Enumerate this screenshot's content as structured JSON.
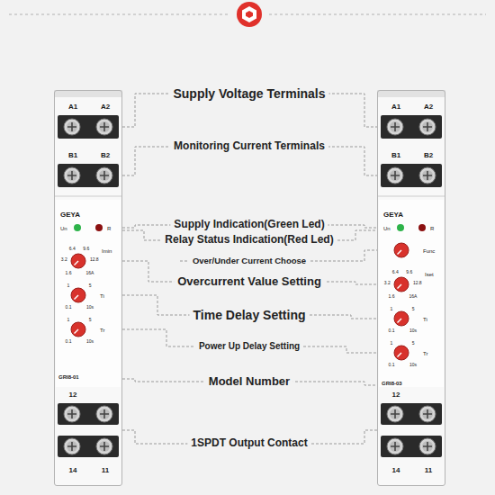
{
  "diagram": {
    "nodes": [
      {
        "text": [
          "A1",
          "A2",
          "B1",
          "B2",
          "GEYA",
          "Un",
          "R",
          "Imin",
          "1.6",
          "3.2",
          "6.4",
          "9.6",
          "12.8",
          "16A",
          "Ti",
          "0.1",
          "1",
          "5",
          "10s",
          "Tr",
          "0.1",
          "1",
          "5",
          "10s",
          "GRI8-01",
          "12",
          "14",
          "11"
        ]
      },
      {
        "text": [
          "A1",
          "A2",
          "B1",
          "B2",
          "GEYA",
          "Un",
          "R",
          "Func",
          "Iset",
          "1.6",
          "3.2",
          "6.4",
          "9.6",
          "12.8",
          "16A",
          "Ti",
          "0.1",
          "1",
          "5",
          "10s",
          "Tr",
          "0.1",
          "1",
          "5",
          "10s",
          "GRI8-03",
          "12",
          "14",
          "11"
        ]
      }
    ],
    "labels": [
      "Supply Voltage Terminals",
      "Monitoring Current Terminals",
      "Supply Indication(Green Led)",
      "Relay Status Indication(Red Led)",
      "Over/Under Current Choose",
      "Overcurrent Value Setting",
      "Time Delay Setting",
      "Power Up Delay Setting",
      "Model Number",
      "1SPDT Output Contact"
    ]
  }
}
